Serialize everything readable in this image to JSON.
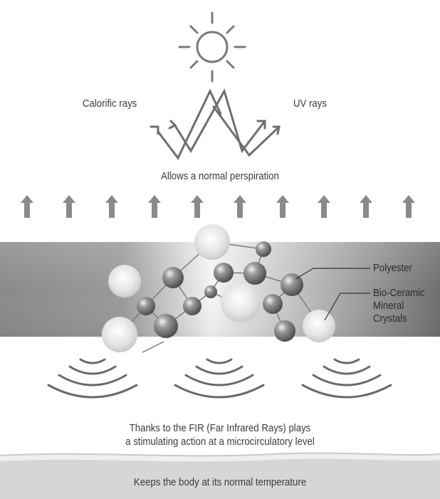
{
  "labels": {
    "calorific_rays": "Calorific rays",
    "uv_rays": "UV rays",
    "perspiration": "Allows a normal perspiration",
    "polyester": "Polyester",
    "bio_ceramic_line1": "Bio-Ceramic",
    "bio_ceramic_line2": "Mineral",
    "bio_ceramic_line3": "Crystals",
    "fir_line1": "Thanks to the FIR (Far Infrared Rays) plays",
    "fir_line2": "a stimulating action at a microcirculatory level",
    "footer": "Keeps the body at its normal temperature"
  },
  "colors": {
    "line": "#6e6e6e",
    "text": "#3a3a3a",
    "arrow": "#8a8a8a",
    "band_dark": "#7a7a7a",
    "band_light": "#ffffff",
    "footer_bg": "#d6d6d6"
  },
  "icons": [
    "sun-icon",
    "up-arrow-icon",
    "wave-emitter-icon"
  ]
}
